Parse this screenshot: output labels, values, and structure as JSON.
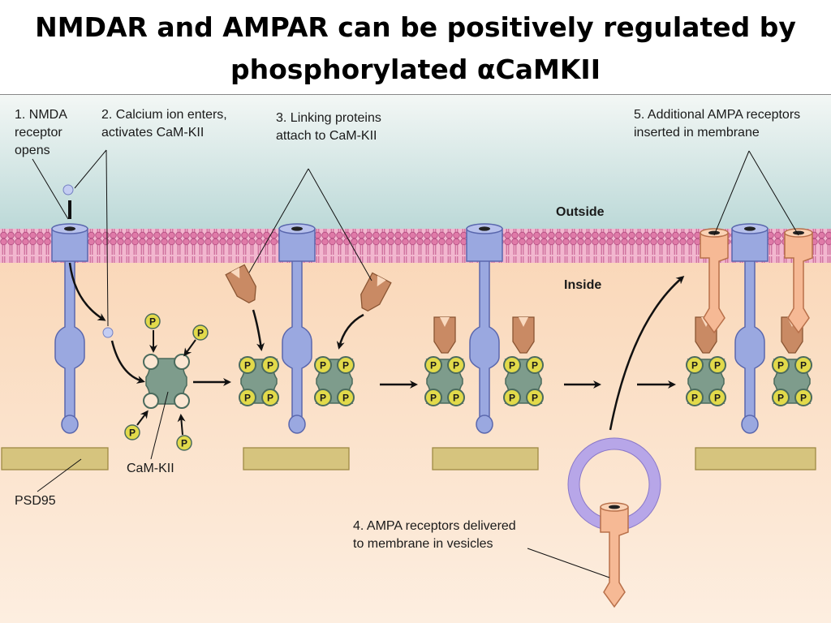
{
  "title": {
    "line1": "NMDAR and AMPAR can be positively regulated by",
    "line2": "phosphorylated αCaMKII"
  },
  "diagram": {
    "steps": [
      {
        "line1": "1. NMDA",
        "line2": "receptor",
        "line3": "opens"
      },
      {
        "line1": "2. Calcium ion enters,",
        "line2": "activates CaM-KII"
      },
      {
        "line1": "3. Linking proteins",
        "line2": "attach to CaM-KII"
      },
      {
        "line1": "4. AMPA receptors delivered",
        "line2": "to membrane in vesicles"
      },
      {
        "line1": "5. Additional AMPA receptors",
        "line2": "inserted in membrane"
      }
    ],
    "region_outside": "Outside",
    "region_inside": "Inside",
    "camkii_label": "CaM-KII",
    "psd95_label": "PSD95",
    "phospho_label": "P"
  },
  "colors": {
    "outside_bg": "#cfe3e2",
    "inside_bg": "#fbe3cc",
    "membrane": "#d4679a",
    "nmda_receptor": "#9aa8e0",
    "ampa_receptor": "#f6b995",
    "camkii": "#7e9c8c",
    "linking_protein": "#c98a64",
    "psd95": "#d6c47e",
    "phosphate": "#e2da4a"
  }
}
